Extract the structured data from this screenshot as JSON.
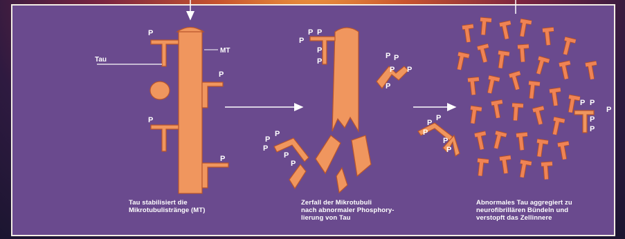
{
  "labels": {
    "tau": "Tau",
    "mt": "MT",
    "phospho": "P"
  },
  "captions": {
    "step1_line1": "Tau stabilisiert die",
    "step1_line2": "Mikrotubulistränge (MT)",
    "step2_line1": "Zerfall der Mikrotubuli",
    "step2_line2": "nach abnormaler Phosphory-",
    "step2_line3": "lierung von Tau",
    "step3_line1": "Abnormales Tau aggregiert zu",
    "step3_line2": "neurofibrillären Bündeln und",
    "step3_line3": "verstopft das Zellinnere"
  },
  "colors": {
    "panel": "#6a4a8e",
    "microtubule": "#f0965e",
    "tau": "#ef8355",
    "outline": "#b8552c",
    "text": "#ffffff"
  }
}
